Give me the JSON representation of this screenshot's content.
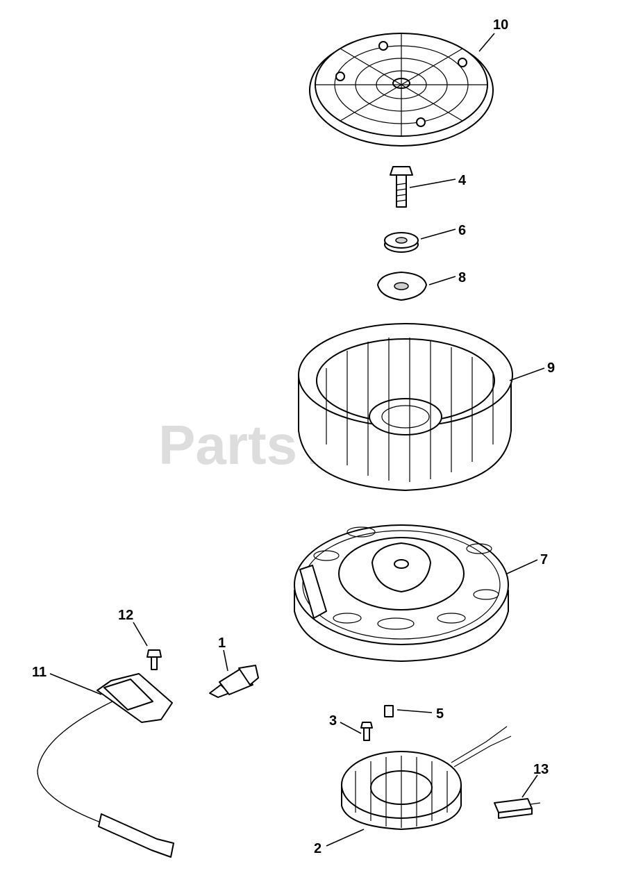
{
  "watermark": "PartsTree",
  "callouts": [
    {
      "id": "10",
      "label": "10"
    },
    {
      "id": "4",
      "label": "4"
    },
    {
      "id": "6",
      "label": "6"
    },
    {
      "id": "8",
      "label": "8"
    },
    {
      "id": "9",
      "label": "9"
    },
    {
      "id": "7",
      "label": "7"
    },
    {
      "id": "12",
      "label": "12"
    },
    {
      "id": "1",
      "label": "1"
    },
    {
      "id": "11",
      "label": "11"
    },
    {
      "id": "5",
      "label": "5"
    },
    {
      "id": "3",
      "label": "3"
    },
    {
      "id": "13",
      "label": "13"
    },
    {
      "id": "2",
      "label": "2"
    }
  ]
}
